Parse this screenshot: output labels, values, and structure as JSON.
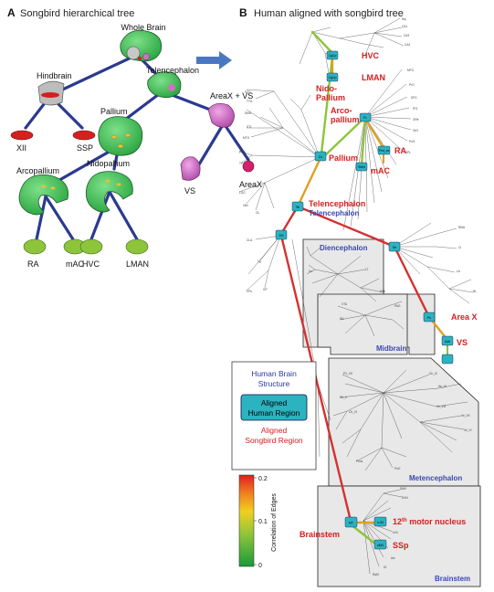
{
  "panelA": {
    "letter": "A",
    "title": "Songbird hierarchical tree",
    "labels": {
      "whole_brain": "Whole Brain",
      "hindbrain": "Hindbrain",
      "telencephalon": "Telencephalon",
      "pallium": "Pallium",
      "areax_vs": "AreaX + VS",
      "arcopallium": "Arcopallium",
      "nidopallium": "Nidopallium",
      "xii": "XII",
      "ssp": "SSP",
      "vs": "VS",
      "areax": "AreaX",
      "ra": "RA",
      "mac": "mAC",
      "hvc": "HVC",
      "lman": "LMAN"
    }
  },
  "panelB": {
    "letter": "B",
    "title": "Human aligned with songbird tree",
    "red_labels": {
      "hvc": "HVC",
      "nido_pallium_1": "Nido-",
      "nido_pallium_2": "Pallium",
      "lman": "LMAN",
      "arco_1": "Arco-",
      "arco_2": "pallium",
      "ra": "RA",
      "mac": "mAC",
      "pallium": "Pallium",
      "telencephalon": "Telencephalon",
      "area_x": "Area X",
      "vs": "VS",
      "motor_nucleus_prefix": "12",
      "motor_nucleus_sup": "th",
      "motor_nucleus_suffix": " motor nucleus",
      "ssp": "SSp",
      "brainstem": "Brainstem"
    },
    "blue_labels": {
      "telencephalon": "Telencephalon",
      "diencephalon": "Diencephalon",
      "midbrain": "Midbrain",
      "metencephalon": "Metencephalon",
      "brainstem": "Brainstem"
    },
    "node_codes": {
      "cgcp": "CgCp",
      "cgcp2": "CgCp",
      "fl": "FL",
      "gfa": "Pmt_ca",
      "smid": "SMid",
      "cx": "Cx",
      "tel": "Tel",
      "dh": "DH",
      "str": "Str",
      "pu": "Pu",
      "acb": "Acb",
      "my": "MY",
      "xii": "n.XII",
      "spv": "nMO"
    },
    "legend": {
      "line1": "Human Brain",
      "line2": "Structure",
      "box1": "Aligned",
      "box2": "Human Region",
      "red1": "Aligned",
      "red2": "Songbird Region"
    },
    "scale": {
      "title": "Correlation of Edges",
      "max": "0.2",
      "mid": "0.1",
      "min": "0"
    }
  },
  "colors": {
    "tree_edge": "#2b3a8f",
    "green_region": "#3fbf54",
    "pink_region": "#d070c0",
    "red_edge": "#d63030",
    "yellow_edge": "#e0a020",
    "lime_edge": "#8ec43a",
    "teal_box": "#2bb3c0",
    "arrow": "#4a78c0"
  }
}
